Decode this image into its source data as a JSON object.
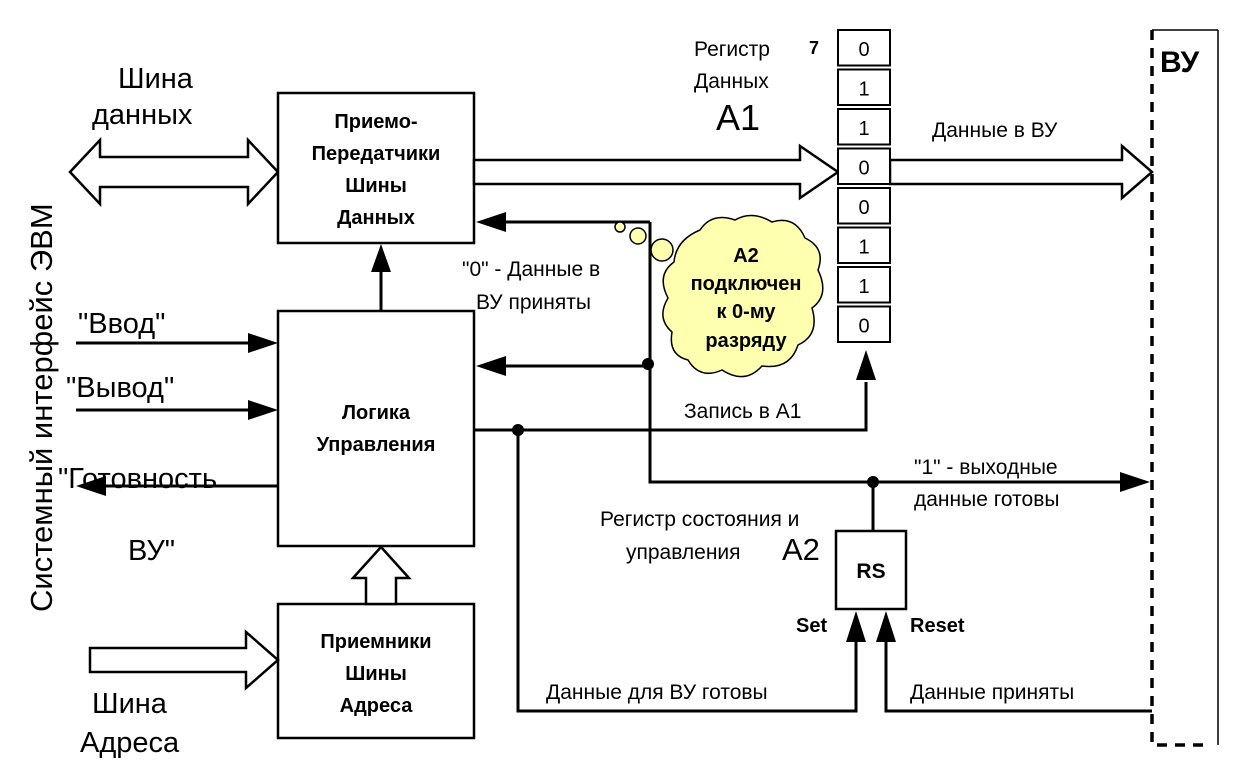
{
  "side_label": "Системный интерфейс ЭВМ",
  "device_label": "ВУ",
  "bus": {
    "data_line1": "Шина",
    "data_line2": "данных",
    "addr_line1": "Шина",
    "addr_line2": "Адреса"
  },
  "blocks": {
    "transceivers": [
      "Приемо-",
      "Передатчики",
      "Шины",
      "Данных"
    ],
    "logic": [
      "Логика",
      "Управления"
    ],
    "addr_receivers": [
      "Приемники",
      "Шины",
      "Адреса"
    ],
    "rs": "RS"
  },
  "signals": {
    "input": "\"Ввод\"",
    "output": "\"Вывод\"",
    "ready1": "\"Готовность",
    "ready2": "ВУ\""
  },
  "register": {
    "title1": "Регистр",
    "title2": "Данных",
    "name": "A1",
    "msb_index": "7",
    "bits": [
      "0",
      "1",
      "1",
      "0",
      "0",
      "1",
      "1",
      "0"
    ]
  },
  "labels": {
    "data_to_device": "Данные в ВУ",
    "zero_accepted1": "\"0\" - Данные в",
    "zero_accepted2": "ВУ приняты",
    "write_a1": "Запись в А1",
    "one_ready1": "\"1\" - выходные",
    "one_ready2": "данные готовы",
    "status_reg1": "Регистр состояния и",
    "status_reg2": "управления",
    "status_reg_name": "А2",
    "set": "Set",
    "reset": "Reset",
    "data_ready": "Данные для ВУ готовы",
    "data_accepted": "Данные приняты"
  },
  "callout": {
    "lines": [
      "А2",
      "подключен",
      "к 0-му",
      "разряду"
    ],
    "fill": "#ffffb0"
  }
}
